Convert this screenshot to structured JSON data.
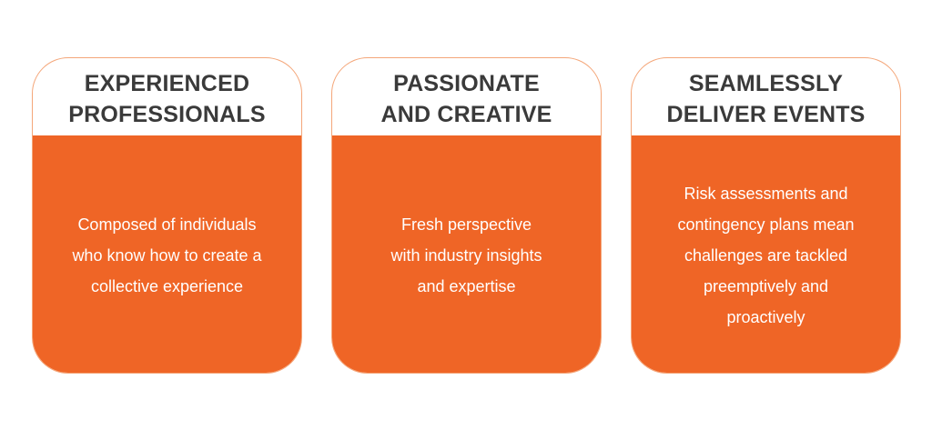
{
  "colors": {
    "accent": "#ef6526",
    "heading_text": "#3a3a3a",
    "border": "#f4a679"
  },
  "cards": [
    {
      "title_lines": [
        "EXPERIENCED",
        "PROFESSIONALS"
      ],
      "body_lines": [
        "Composed of individuals",
        "who know how to create a",
        "collective experience"
      ]
    },
    {
      "title_lines": [
        "PASSIONATE",
        "AND CREATIVE"
      ],
      "body_lines": [
        "Fresh perspective",
        "with industry insights",
        "and expertise"
      ]
    },
    {
      "title_lines": [
        "SEAMLESSLY",
        "DELIVER EVENTS"
      ],
      "body_lines": [
        "Risk assessments and",
        "contingency plans mean",
        "challenges are tackled",
        "preemptively and",
        "proactively"
      ]
    }
  ]
}
